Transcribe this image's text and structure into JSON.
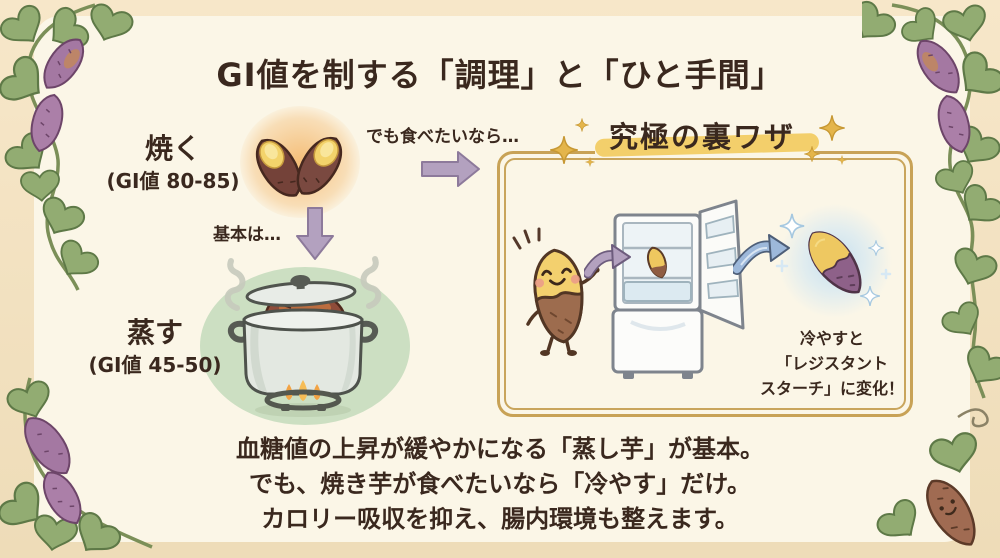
{
  "title": "GI値を制する「調理」と「ひと手間」",
  "bake": {
    "label": "焼く",
    "gi": "(GI値 80-85)"
  },
  "steam": {
    "label": "蒸す",
    "gi": "(GI値 45-50)"
  },
  "arrows": {
    "want": "でも食べたいなら…",
    "basic": "基本は…"
  },
  "trick_box": {
    "title": "究極の裏ワザ",
    "caption": [
      "冷やすと",
      "「レジスタント",
      "スターチ」に変化！"
    ]
  },
  "footer": {
    "lines": [
      "血糖値の上昇が緩やかになる「蒸し芋」が基本。",
      "でも、焼き芋が食べたいなら「冷やす」だけ。",
      "カロリー吸収を抑え、腸内環境も整えます。"
    ]
  },
  "icons": {
    "arrow_right": "right-arrow",
    "arrow_down": "down-arrow",
    "arrow_curved_mauve": "curved-right-arrow",
    "arrow_curved_blue": "curved-right-arrow",
    "sparkles": "four-point-stars",
    "steam": "steam-swirls"
  },
  "colors": {
    "text_brown": "#3a281e",
    "panel_cream": "#fbf6e7",
    "border_tan": "#f2e0bd",
    "accent_gold": "#c8a256",
    "highlight_yellow": "#f3cf6b",
    "arrow_mauve": "#b3a1bf",
    "arrow_blue": "#9db8da",
    "steam_green": "#ccdfc2",
    "glow_orange": "#f3b05c",
    "glow_blue": "#bfdcf0"
  }
}
